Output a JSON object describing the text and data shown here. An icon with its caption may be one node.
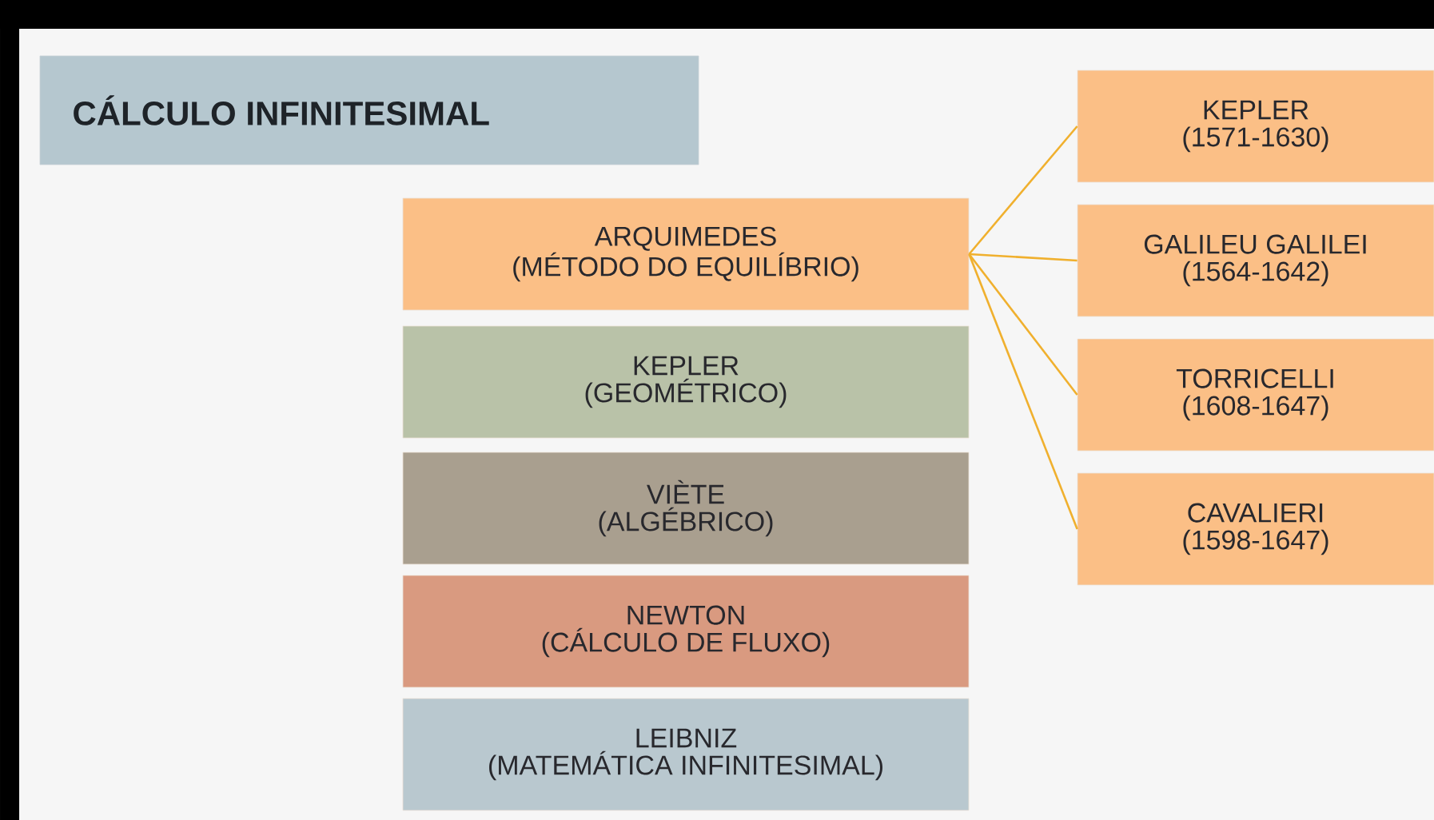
{
  "diagram": {
    "title": "CÁLCULO INFINITESIMAL",
    "nodes": [
      {
        "text": [
          "ARQUIMEDES",
          "(MÉTODO DO EQUILÍBRIO)"
        ]
      },
      {
        "text": [
          "KEPLER",
          "(GEOMÉTRICO)"
        ]
      },
      {
        "text": [
          "VIÈTE",
          "(ALGÉBRICO)"
        ]
      },
      {
        "text": [
          "NEWTON",
          "(CÁLCULO DE FLUXO)"
        ]
      },
      {
        "text": [
          "LEIBNIZ",
          "(MATEMÁTICA INFINITESIMAL)"
        ]
      },
      {
        "text": [
          "KEPLER",
          "(1571-1630)"
        ]
      },
      {
        "text": [
          "GALILEU GALILEI",
          "(1564-1642)"
        ]
      },
      {
        "text": [
          "TORRICELLI",
          "(1608-1647)"
        ]
      },
      {
        "text": [
          "CAVALIERI",
          "(1598-1647)"
        ]
      }
    ],
    "edges": [
      {
        "from": 0,
        "to": 5,
        "arrow": "none"
      },
      {
        "from": 0,
        "to": 6,
        "arrow": "none"
      },
      {
        "from": 0,
        "to": 7,
        "arrow": "none"
      },
      {
        "from": 0,
        "to": 8,
        "arrow": "none"
      }
    ]
  }
}
